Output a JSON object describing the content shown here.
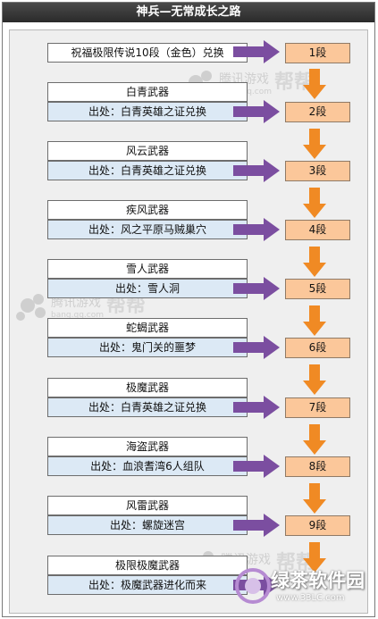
{
  "title": "神兵—无常成长之路",
  "rows": [
    {
      "name": "",
      "source": "祝福极限传说10段（金色）兑换",
      "stage": "1段"
    },
    {
      "name": "白青武器",
      "source": "出处：白青英雄之证兑换",
      "stage": "2段"
    },
    {
      "name": "风云武器",
      "source": "出处：白青英雄之证兑换",
      "stage": "3段"
    },
    {
      "name": "疾风武器",
      "source": "出处：风之平原马贼巢穴",
      "stage": "4段"
    },
    {
      "name": "雪人武器",
      "source": "出处：雪人洞",
      "stage": "5段"
    },
    {
      "name": "蛇蝎武器",
      "source": "出处：鬼门关的噩梦",
      "stage": "6段"
    },
    {
      "name": "极魔武器",
      "source": "出处：白青英雄之证兑换",
      "stage": "7段"
    },
    {
      "name": "海盗武器",
      "source": "出处：血浪耆湾6人组队",
      "stage": "8段"
    },
    {
      "name": "风雷武器",
      "source": "出处：螺旋迷宫",
      "stage": "9段"
    },
    {
      "name": "极限极魔武器",
      "source": "出处：极魔武器进化而来",
      "stage": ""
    }
  ],
  "watermarks": {
    "site_cn": "腾讯游戏",
    "site_brand": "帮帮",
    "site_url": "bang.qq.com",
    "corner_brand": "绿茶软件园",
    "corner_url": "www.33LC.com"
  },
  "colors": {
    "header_bg": "#333333",
    "source_bg": "#dce9f5",
    "stage_bg": "#fbc79a",
    "purple_arrow": "#7b4ea0",
    "orange_arrow": "#f08a24"
  }
}
